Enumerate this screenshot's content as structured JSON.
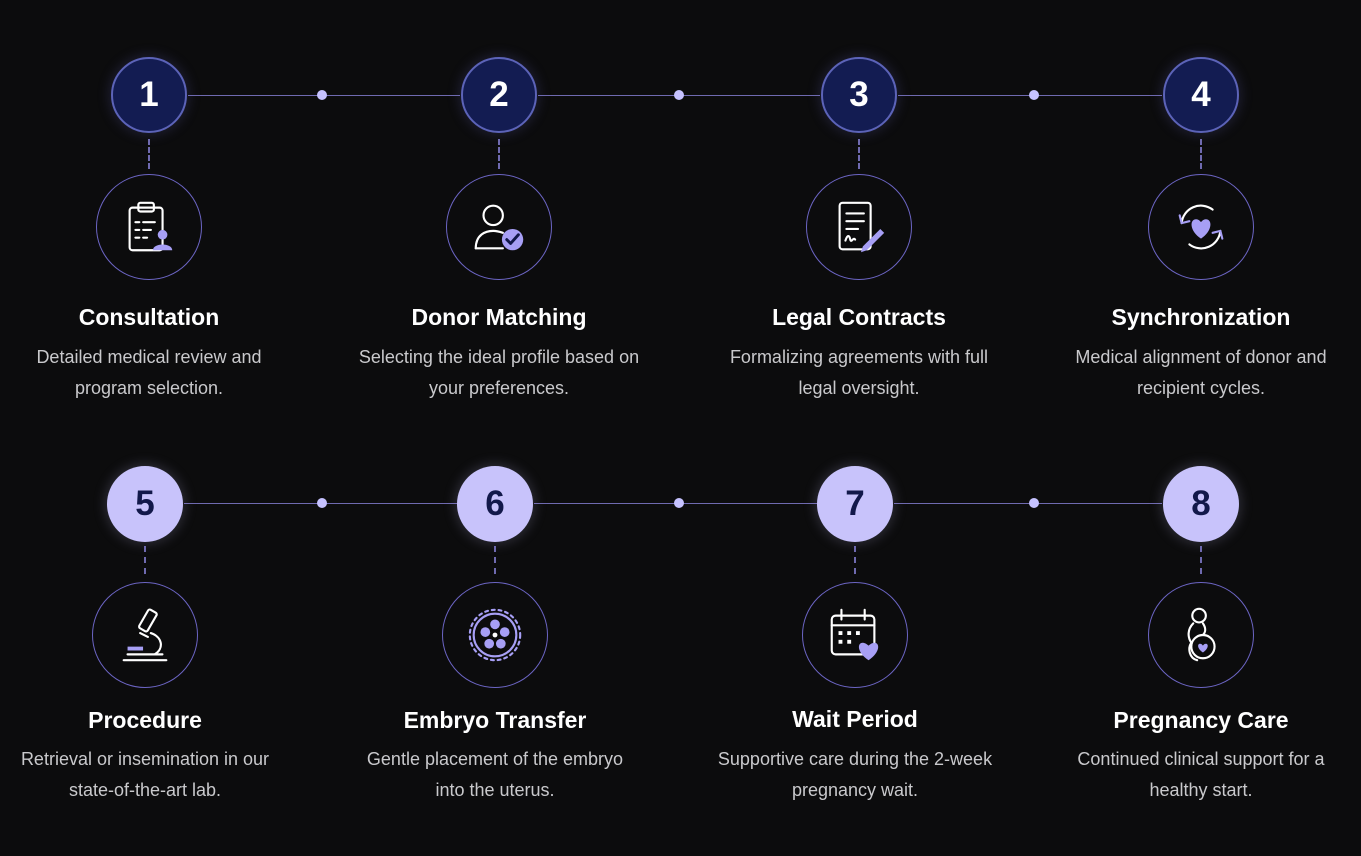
{
  "steps": [
    {
      "number": "1",
      "title": "Consultation",
      "description": "Detailed medical review and program selection.",
      "icon": "clipboard-user-icon",
      "style": "dark"
    },
    {
      "number": "2",
      "title": "Donor Matching",
      "description": "Selecting the ideal profile based on your preferences.",
      "icon": "user-check-icon",
      "style": "dark"
    },
    {
      "number": "3",
      "title": "Legal Contracts",
      "description": "Formalizing agreements with full legal oversight.",
      "icon": "contract-signature-icon",
      "style": "dark"
    },
    {
      "number": "4",
      "title": "Synchronization",
      "description": "Medical alignment of donor and recipient cycles.",
      "icon": "sync-heart-icon",
      "style": "dark"
    },
    {
      "number": "5",
      "title": "Procedure",
      "description": "Retrieval or insemination in our state-of-the-art lab.",
      "icon": "microscope-icon",
      "style": "light"
    },
    {
      "number": "6",
      "title": "Embryo Transfer",
      "description": "Gentle placement of the embryo into the uterus.",
      "icon": "embryo-cells-icon",
      "style": "light"
    },
    {
      "number": "7",
      "title": "Wait Period",
      "description": "Supportive care during the 2-week pregnancy wait.",
      "icon": "calendar-heart-icon",
      "style": "light"
    },
    {
      "number": "8",
      "title": "Pregnancy Care",
      "description": "Continued clinical support for a healthy start.",
      "icon": "pregnancy-icon",
      "style": "light"
    }
  ],
  "colors": {
    "background": "#0c0c0d",
    "dark_circle": "#131c52",
    "light_circle": "#c8c3fb",
    "accent": "#a79ff5",
    "line": "#6f6ab0"
  }
}
